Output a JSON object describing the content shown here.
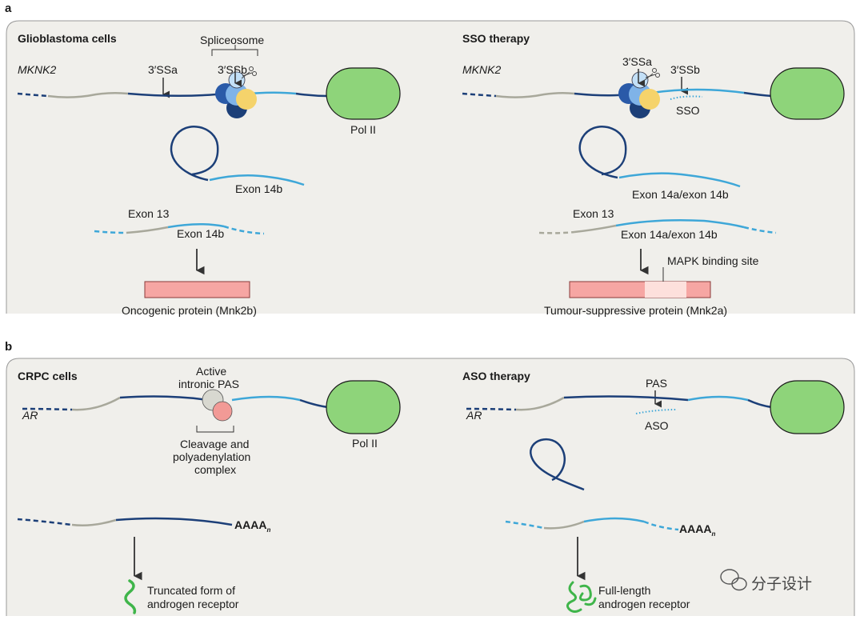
{
  "panels": {
    "a": {
      "letter": "a",
      "left": {
        "title": "Glioblastoma cells",
        "gene": "MKNK2",
        "spliceosome_label": "Spliceosome",
        "site_a": "3′SSa",
        "site_b": "3′SSb",
        "polymerase": "Pol II",
        "lariat_label": "Exon 14b",
        "exon13_label": "Exon 13",
        "exon14_label": "Exon 14b",
        "protein_label": "Oncogenic protein (Mnk2b)"
      },
      "right": {
        "title": "SSO therapy",
        "gene": "MKNK2",
        "site_a": "3′SSa",
        "site_b": "3′SSb",
        "oligo_label": "SSO",
        "lariat_label": "Exon 14a/exon 14b",
        "exon13_label": "Exon 13",
        "exon14_label": "Exon 14a/exon 14b",
        "binding_site_label": "MAPK binding site",
        "protein_label": "Tumour-suppressive protein (Mnk2a)"
      }
    },
    "b": {
      "letter": "b",
      "left": {
        "title": "CRPC cells",
        "gene": "AR",
        "pas_label_line1": "Active",
        "pas_label_line2": "intronic PAS",
        "complex_line1": "Cleavage and",
        "complex_line2": "polyadenylation",
        "complex_line3": "complex",
        "polymerase": "Pol II",
        "polya": "AAAA",
        "polya_sub": "n",
        "protein_line1": "Truncated form of",
        "protein_line2": "androgen receptor"
      },
      "right": {
        "title": "ASO therapy",
        "gene": "AR",
        "pas_label": "PAS",
        "oligo_label": "ASO",
        "polya": "AAAA",
        "polya_sub": "n",
        "protein_line1": "Full-length",
        "protein_line2": "androgen receptor"
      }
    }
  },
  "watermark": "分子设计",
  "colors": {
    "dark_rna": "#1c3f78",
    "light_rna": "#3ea7d8",
    "grey_exon": "#a8a89b",
    "polymerase": "#8ed47a",
    "protein": "#f6a6a3",
    "binding_site": "#fde0dc",
    "panel_bg": "#f0efeb",
    "cleavage_complex": "#f29a96",
    "receptor": "#3fb54a"
  },
  "icons": [
    "scissors-icon",
    "down-arrow-icon",
    "wechat-icon"
  ]
}
